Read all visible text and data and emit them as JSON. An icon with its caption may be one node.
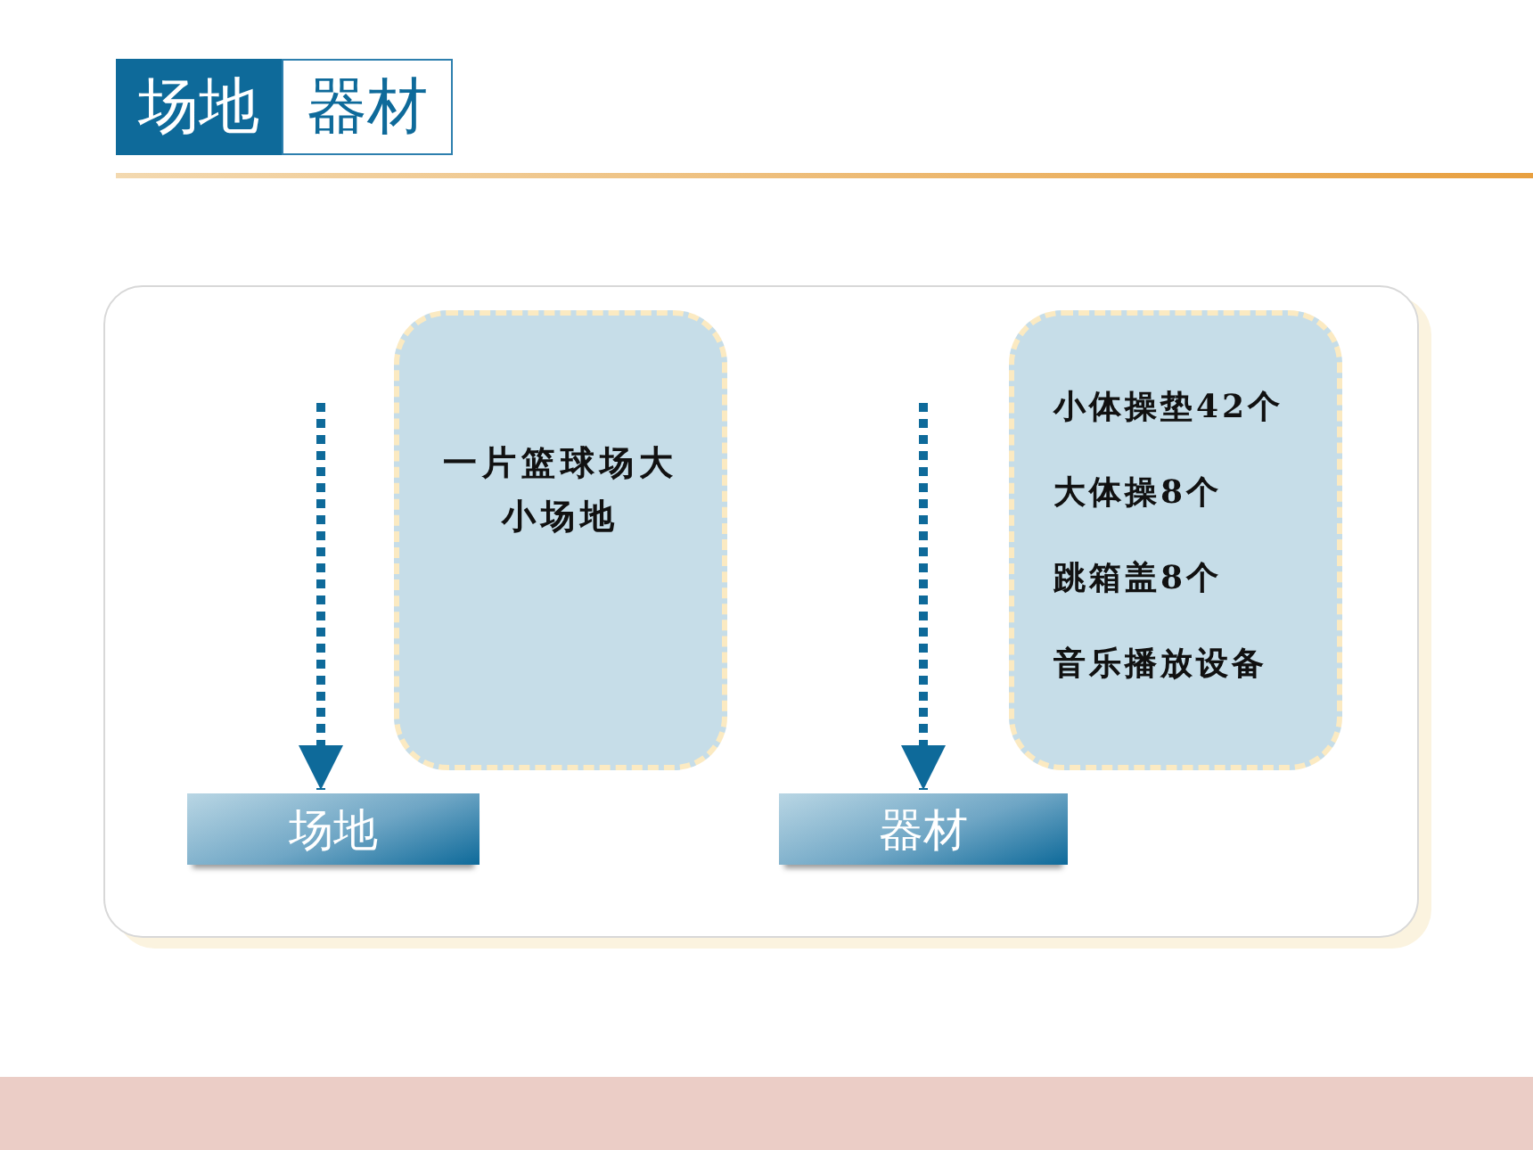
{
  "diagram": {
    "nodes": [
      {
        "text": [
          "场地"
        ]
      },
      {
        "text": [
          "器材"
        ]
      },
      {
        "text": [],
        "shape": "box"
      },
      {
        "text": [
          "一片篮球场大小场地"
        ],
        "in": 2
      },
      {
        "text": [
          "场地"
        ],
        "in": 2
      },
      {
        "text": [
          "小体操垫42个",
          "大体操8个",
          "跳箱盖8个",
          "音乐播放设备"
        ],
        "in": 2
      },
      {
        "text": [
          "器材"
        ],
        "in": 2
      }
    ],
    "edges": [
      {
        "from": null,
        "to": 4,
        "arrow": "to",
        "style": "dashed"
      },
      {
        "from": null,
        "to": 6,
        "arrow": "to",
        "style": "dashed"
      }
    ]
  }
}
